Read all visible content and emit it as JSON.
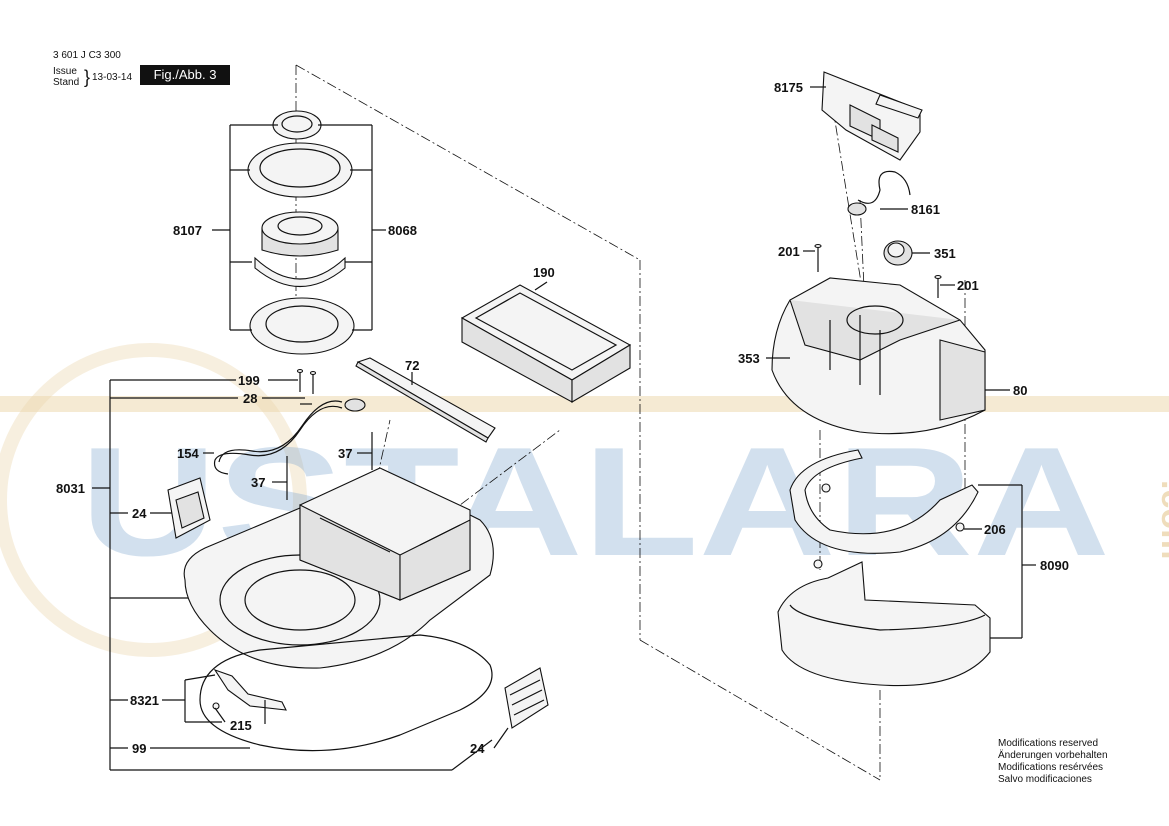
{
  "header": {
    "part_number": "3 601 J C3 300",
    "issue_label": "Issue",
    "stand_label": "Stand",
    "date": "13-03-14",
    "figure_label": "Fig./Abb. 3"
  },
  "modifications": [
    "Modifications reserved",
    "Änderungen vorbehalten",
    "Modifications resérvées",
    "Salvo modificaciones"
  ],
  "watermark": {
    "brand": "USTALARA",
    "suffix": ".com",
    "blue": "#7fa6cf",
    "orange": "#e9d3a8"
  },
  "callouts": {
    "c8107": "8107",
    "c8068": "8068",
    "c190": "190",
    "c72": "72",
    "c199": "199",
    "c28": "28",
    "c154": "154",
    "c37a": "37",
    "c37b": "37",
    "c8031": "8031",
    "c24a": "24",
    "c24b": "24",
    "c8321": "8321",
    "c215": "215",
    "c99": "99",
    "c8175": "8175",
    "c8161": "8161",
    "c201a": "201",
    "c201b": "201",
    "c351": "351",
    "c353": "353",
    "c80": "80",
    "c206": "206",
    "c8090": "8090"
  }
}
